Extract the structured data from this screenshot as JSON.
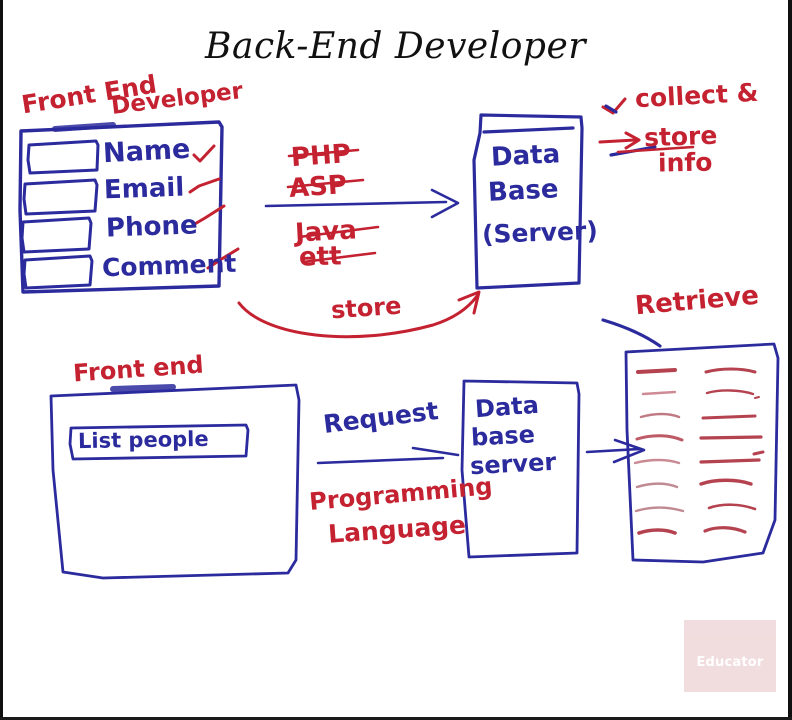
{
  "board": {
    "title": "Back-End Developer",
    "watermark": "Educator",
    "ink_blue": "#2b2b9e",
    "ink_red": "#c42131",
    "background": "#ffffff"
  },
  "top_row": {
    "front_end_label": "Front End\nDeveloper",
    "front_end_label_line1": "Front End",
    "front_end_label_line2": "Developer",
    "form_fields": [
      {
        "label": "Name"
      },
      {
        "label": "Email"
      },
      {
        "label": "Phone"
      },
      {
        "label": "Comment"
      }
    ],
    "middle_languages": [
      "PHP",
      "ASP",
      "Java",
      "ett"
    ],
    "store_arrow_label": "store",
    "database_box": {
      "line1": "Data",
      "line2": "Base",
      "line3": "(Server)"
    },
    "annotations": {
      "collect": "collect &",
      "store_info_line1": "store",
      "store_info_line2": "info"
    }
  },
  "bottom_row": {
    "front_end_label": "Front end",
    "button_label": "List people",
    "request_label": "Request",
    "programming_language_line1": "Programming",
    "programming_language_line2": "Language",
    "database_server_box": {
      "line1": "Data",
      "line2": "base",
      "line3": "server"
    },
    "retrieve_label": "Retrieve",
    "result_rows": 8,
    "result_columns": 2
  }
}
